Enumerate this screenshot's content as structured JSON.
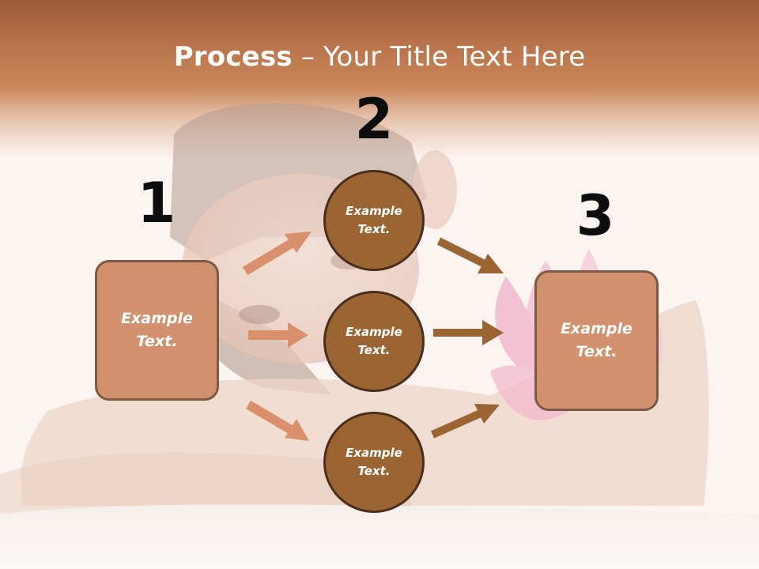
{
  "title": {
    "bold": "Process",
    "rest": " – Your Title Text Here"
  },
  "steps": {
    "one": "1",
    "two": "2",
    "three": "3"
  },
  "nodes": {
    "left_box": "Example\nText.",
    "circle_top": "Example\nText.",
    "circle_middle": "Example\nText.",
    "circle_bottom": "Example\nText.",
    "right_box": "Example\nText."
  },
  "colors": {
    "header": "#c98659",
    "box_fill": "#d1906e",
    "circle_fill": "#9a6433",
    "arrow_light": "#d9916d",
    "arrow_dark": "#9a6433"
  }
}
